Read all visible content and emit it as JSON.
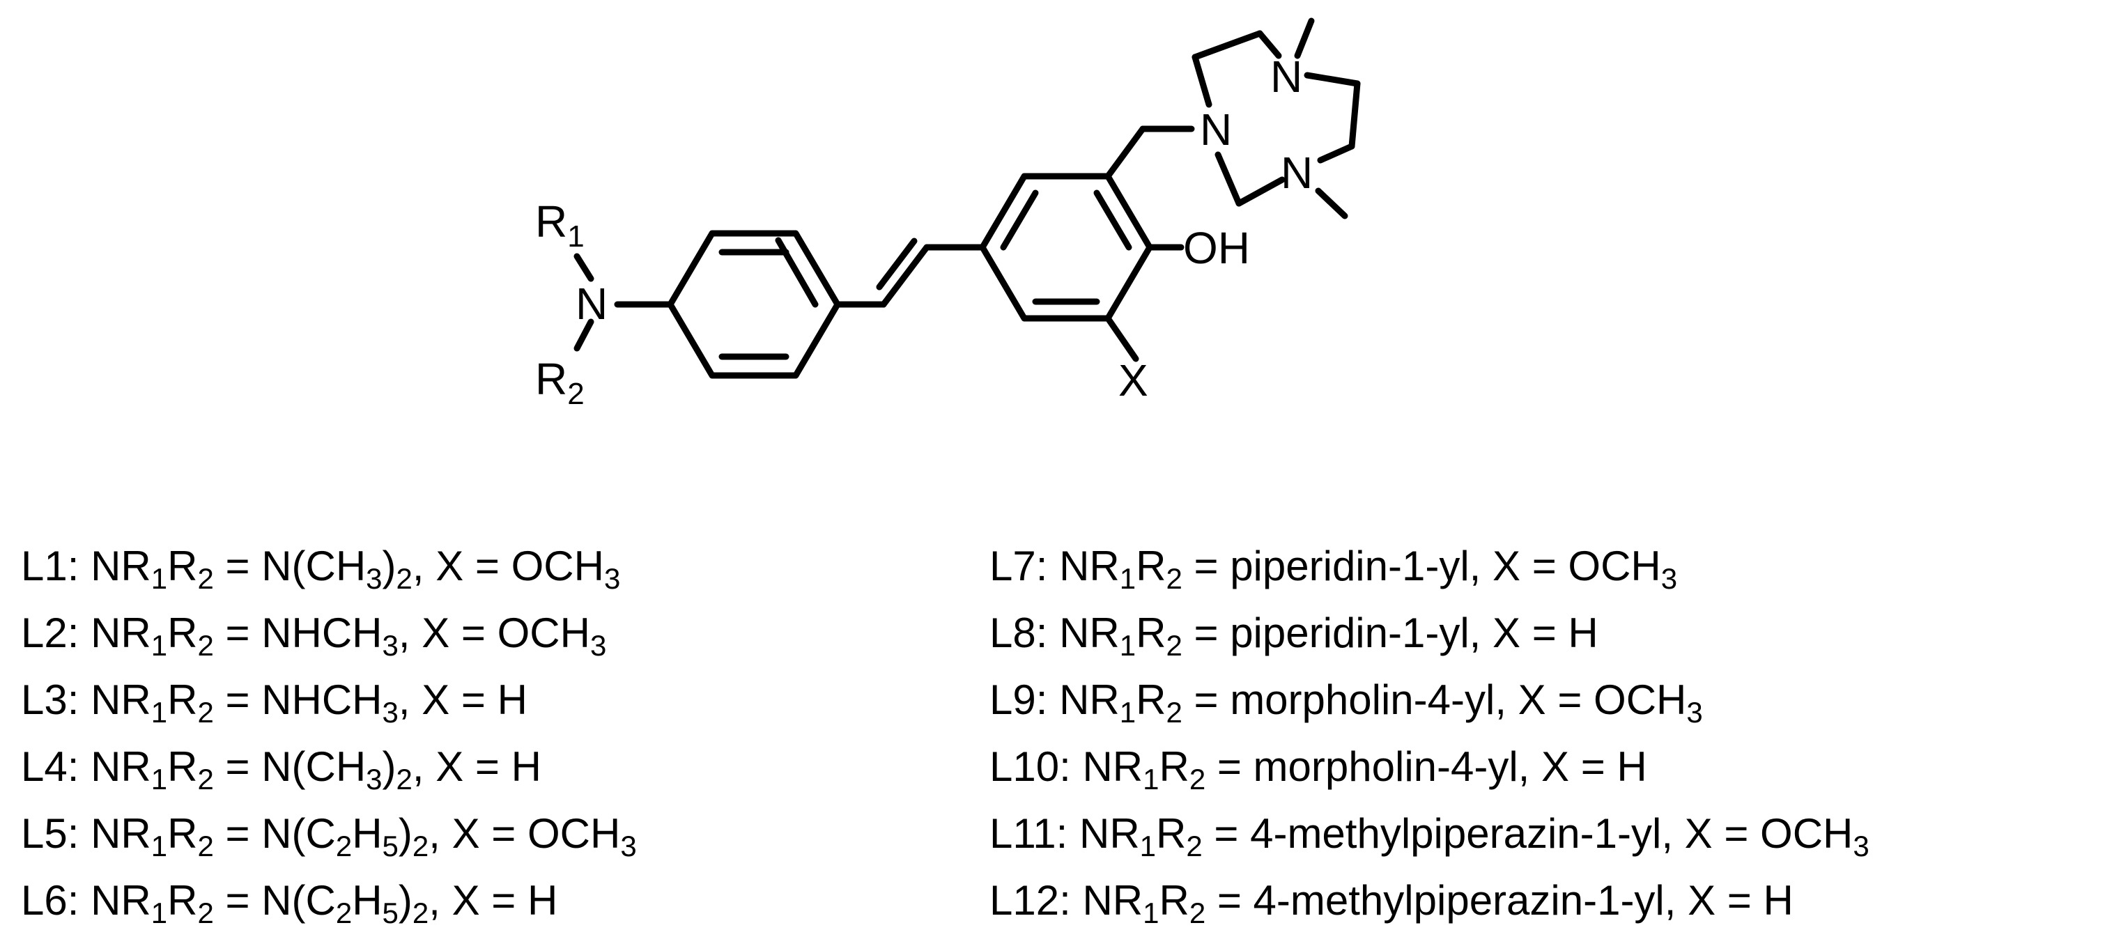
{
  "structure": {
    "labels": {
      "r1": "R",
      "r1_sub": "1",
      "r2": "R",
      "r2_sub": "2",
      "amine_n": "N",
      "hydroxyl": "OH",
      "x": "X",
      "ring_n1": "N",
      "ring_n2": "N",
      "ring_n3": "N"
    }
  },
  "ligands": [
    {
      "id": "L1",
      "parts": [
        [
          "L1: NR",
          ""
        ],
        [
          "1",
          "sub"
        ],
        [
          "R",
          ""
        ],
        [
          "2",
          "sub"
        ],
        [
          " = N(CH",
          ""
        ],
        [
          "3",
          "sub"
        ],
        [
          ")",
          ""
        ],
        [
          "2",
          "sub"
        ],
        [
          ", X = OCH",
          ""
        ],
        [
          "3",
          "sub"
        ]
      ]
    },
    {
      "id": "L2",
      "parts": [
        [
          "L2: NR",
          ""
        ],
        [
          "1",
          "sub"
        ],
        [
          "R",
          ""
        ],
        [
          "2",
          "sub"
        ],
        [
          " = NHCH",
          ""
        ],
        [
          "3",
          "sub"
        ],
        [
          ", X = OCH",
          ""
        ],
        [
          "3",
          "sub"
        ]
      ]
    },
    {
      "id": "L3",
      "parts": [
        [
          "L3: NR",
          ""
        ],
        [
          "1",
          "sub"
        ],
        [
          "R",
          ""
        ],
        [
          "2",
          "sub"
        ],
        [
          " = NHCH",
          ""
        ],
        [
          "3",
          "sub"
        ],
        [
          ", X = H",
          ""
        ]
      ]
    },
    {
      "id": "L4",
      "parts": [
        [
          "L4: NR",
          ""
        ],
        [
          "1",
          "sub"
        ],
        [
          "R",
          ""
        ],
        [
          "2",
          "sub"
        ],
        [
          " = N(CH",
          ""
        ],
        [
          "3",
          "sub"
        ],
        [
          ")",
          ""
        ],
        [
          "2",
          "sub"
        ],
        [
          ", X = H",
          ""
        ]
      ]
    },
    {
      "id": "L5",
      "parts": [
        [
          "L5: NR",
          ""
        ],
        [
          "1",
          "sub"
        ],
        [
          "R",
          ""
        ],
        [
          "2",
          "sub"
        ],
        [
          " = N(C",
          ""
        ],
        [
          "2",
          "sub"
        ],
        [
          "H",
          ""
        ],
        [
          "5",
          "sub"
        ],
        [
          ")",
          ""
        ],
        [
          "2",
          "sub"
        ],
        [
          ", X = OCH",
          ""
        ],
        [
          "3",
          "sub"
        ]
      ]
    },
    {
      "id": "L6",
      "parts": [
        [
          "L6: NR",
          ""
        ],
        [
          "1",
          "sub"
        ],
        [
          "R",
          ""
        ],
        [
          "2",
          "sub"
        ],
        [
          " = N(C",
          ""
        ],
        [
          "2",
          "sub"
        ],
        [
          "H",
          ""
        ],
        [
          "5",
          "sub"
        ],
        [
          ")",
          ""
        ],
        [
          "2",
          "sub"
        ],
        [
          ", X = H",
          ""
        ]
      ]
    },
    {
      "id": "L7",
      "parts": [
        [
          "L7: NR",
          ""
        ],
        [
          "1",
          "sub"
        ],
        [
          "R",
          ""
        ],
        [
          "2",
          "sub"
        ],
        [
          " = piperidin-1-yl, X = OCH",
          ""
        ],
        [
          "3",
          "sub"
        ]
      ]
    },
    {
      "id": "L8",
      "parts": [
        [
          "L8: NR",
          ""
        ],
        [
          "1",
          "sub"
        ],
        [
          "R",
          ""
        ],
        [
          "2",
          "sub"
        ],
        [
          " = piperidin-1-yl, X = H",
          ""
        ]
      ]
    },
    {
      "id": "L9",
      "parts": [
        [
          "L9: NR",
          ""
        ],
        [
          "1",
          "sub"
        ],
        [
          "R",
          ""
        ],
        [
          "2",
          "sub"
        ],
        [
          " = morpholin-4-yl, X = OCH",
          ""
        ],
        [
          "3",
          "sub"
        ]
      ]
    },
    {
      "id": "L10",
      "parts": [
        [
          "L10: NR",
          ""
        ],
        [
          "1",
          "sub"
        ],
        [
          "R",
          ""
        ],
        [
          "2",
          "sub"
        ],
        [
          " = morpholin-4-yl, X = H",
          ""
        ]
      ]
    },
    {
      "id": "L11",
      "parts": [
        [
          "L11:  NR",
          ""
        ],
        [
          "1",
          "sub"
        ],
        [
          "R",
          ""
        ],
        [
          "2",
          "sub"
        ],
        [
          " = 4-methylpiperazin-1-yl, X = OCH",
          ""
        ],
        [
          "3",
          "sub"
        ]
      ]
    },
    {
      "id": "L12",
      "parts": [
        [
          "L12: NR",
          ""
        ],
        [
          "1",
          "sub"
        ],
        [
          "R",
          ""
        ],
        [
          "2",
          "sub"
        ],
        [
          " = 4-methylpiperazin-1-yl, X = H",
          ""
        ]
      ]
    }
  ]
}
